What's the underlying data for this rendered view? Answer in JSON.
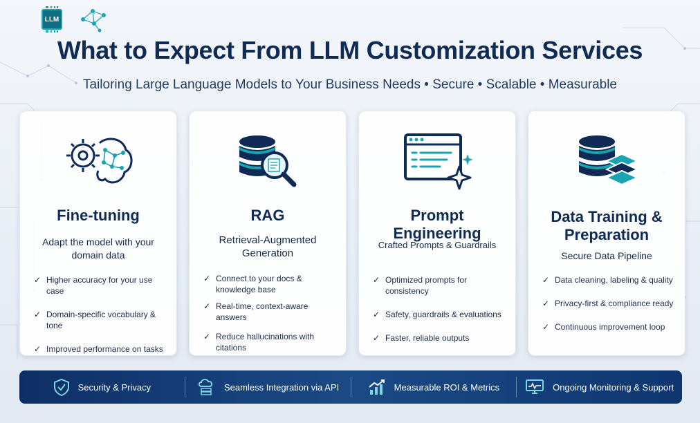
{
  "header": {
    "chip_label": "LLM",
    "title": "What to Expect From LLM Customization Services",
    "subtitle": "Tailoring Large Language Models to Your Business Needs • Secure • Scalable • Measurable"
  },
  "colors": {
    "navy": "#0f2a55",
    "teal": "#1aa3b3",
    "bar": "#1a4a86"
  },
  "cards": [
    {
      "icon": "gear-brain-icon",
      "title": "Fine-tuning",
      "description": "Adapt the model with your domain data",
      "items": [
        "Higher accuracy for your use case",
        "Domain-specific vocabulary & tone",
        "Improved performance on tasks"
      ]
    },
    {
      "icon": "database-search-icon",
      "title": "RAG",
      "description": "Retrieval-Augmented Generation",
      "items": [
        "Connect to your docs & knowledge base",
        "Real-time, context-aware answers",
        "Reduce hallucinations with citations"
      ]
    },
    {
      "icon": "prompt-window-icon",
      "title": "Prompt Engineering",
      "description": "Crafted Prompts & Guardrails",
      "items": [
        "Optimized prompts for consistency",
        "Safety, guardrails & evaluations",
        "Faster, reliable outputs"
      ]
    },
    {
      "icon": "database-layers-icon",
      "title_line1": "Data Training &",
      "title_line2": "Preparation",
      "description": "Secure Data Pipeline",
      "items": [
        "Data cleaning, labeling & quality",
        "Privacy-first & compliance ready",
        "Continuous improvement loop"
      ]
    }
  ],
  "check_glyph": "✓",
  "bottom_bar": [
    {
      "icon": "shield-check-icon",
      "label": "Security & Privacy"
    },
    {
      "icon": "cloud-server-icon",
      "label": "Seamless Integration via API"
    },
    {
      "icon": "growth-chart-icon",
      "label": "Measurable ROI & Metrics"
    },
    {
      "icon": "monitor-icon",
      "label": "Ongoing Monitoring & Support"
    }
  ]
}
